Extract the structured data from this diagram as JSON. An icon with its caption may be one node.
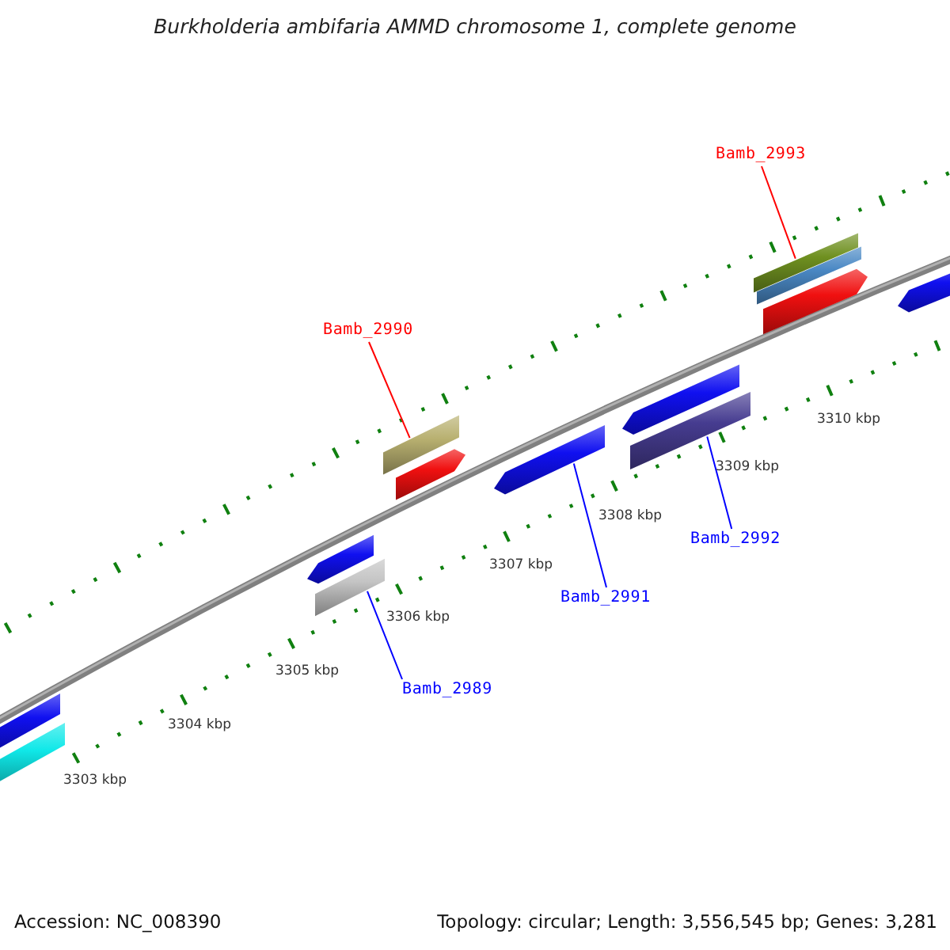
{
  "diagram": {
    "title": "Burkholderia ambifaria AMMD chromosome 1, complete genome",
    "nodes": [
      {
        "text": [
          "Bamb_2993"
        ]
      },
      {
        "text": [
          "Bamb_2990"
        ]
      },
      {
        "text": [
          "Bamb_2992"
        ]
      },
      {
        "text": [
          "Bamb_2991"
        ]
      },
      {
        "text": [
          "Bamb_2989"
        ]
      },
      {
        "text": [],
        "shape": "bar"
      },
      {
        "text": [],
        "shape": "bar"
      },
      {
        "text": [],
        "shape": "bar"
      },
      {
        "text": [],
        "shape": "bar"
      },
      {
        "text": [],
        "shape": "bar"
      },
      {
        "text": [],
        "shape": "bar"
      },
      {
        "text": [],
        "shape": "bar"
      },
      {
        "text": [],
        "shape": "bar"
      },
      {
        "text": [],
        "shape": "bar"
      },
      {
        "text": [],
        "shape": "bar"
      },
      {
        "text": [],
        "shape": "bar"
      },
      {
        "text": [],
        "shape": "bar"
      },
      {
        "text": [],
        "shape": "bar"
      }
    ],
    "edges": [
      {
        "from": 0,
        "to": 14,
        "arrow": "none",
        "color": "#ff0000"
      },
      {
        "from": 1,
        "to": 9,
        "arrow": "none",
        "color": "#ff0000"
      },
      {
        "from": 2,
        "to": 13,
        "arrow": "none",
        "color": "#0000ff"
      },
      {
        "from": 3,
        "to": 11,
        "arrow": "none",
        "color": "#0000ff"
      },
      {
        "from": 4,
        "to": 8,
        "arrow": "none",
        "color": "#0000ff"
      }
    ],
    "labels": [
      "3310 kbp",
      "3309 kbp",
      "3308 kbp",
      "3307 kbp",
      "3306 kbp",
      "3305 kbp",
      "3304 kbp",
      "3303 kbp",
      "Accession: NC_008390",
      "Topology: circular; Length: 3,556,545 bp; Genes: 3,281"
    ]
  }
}
